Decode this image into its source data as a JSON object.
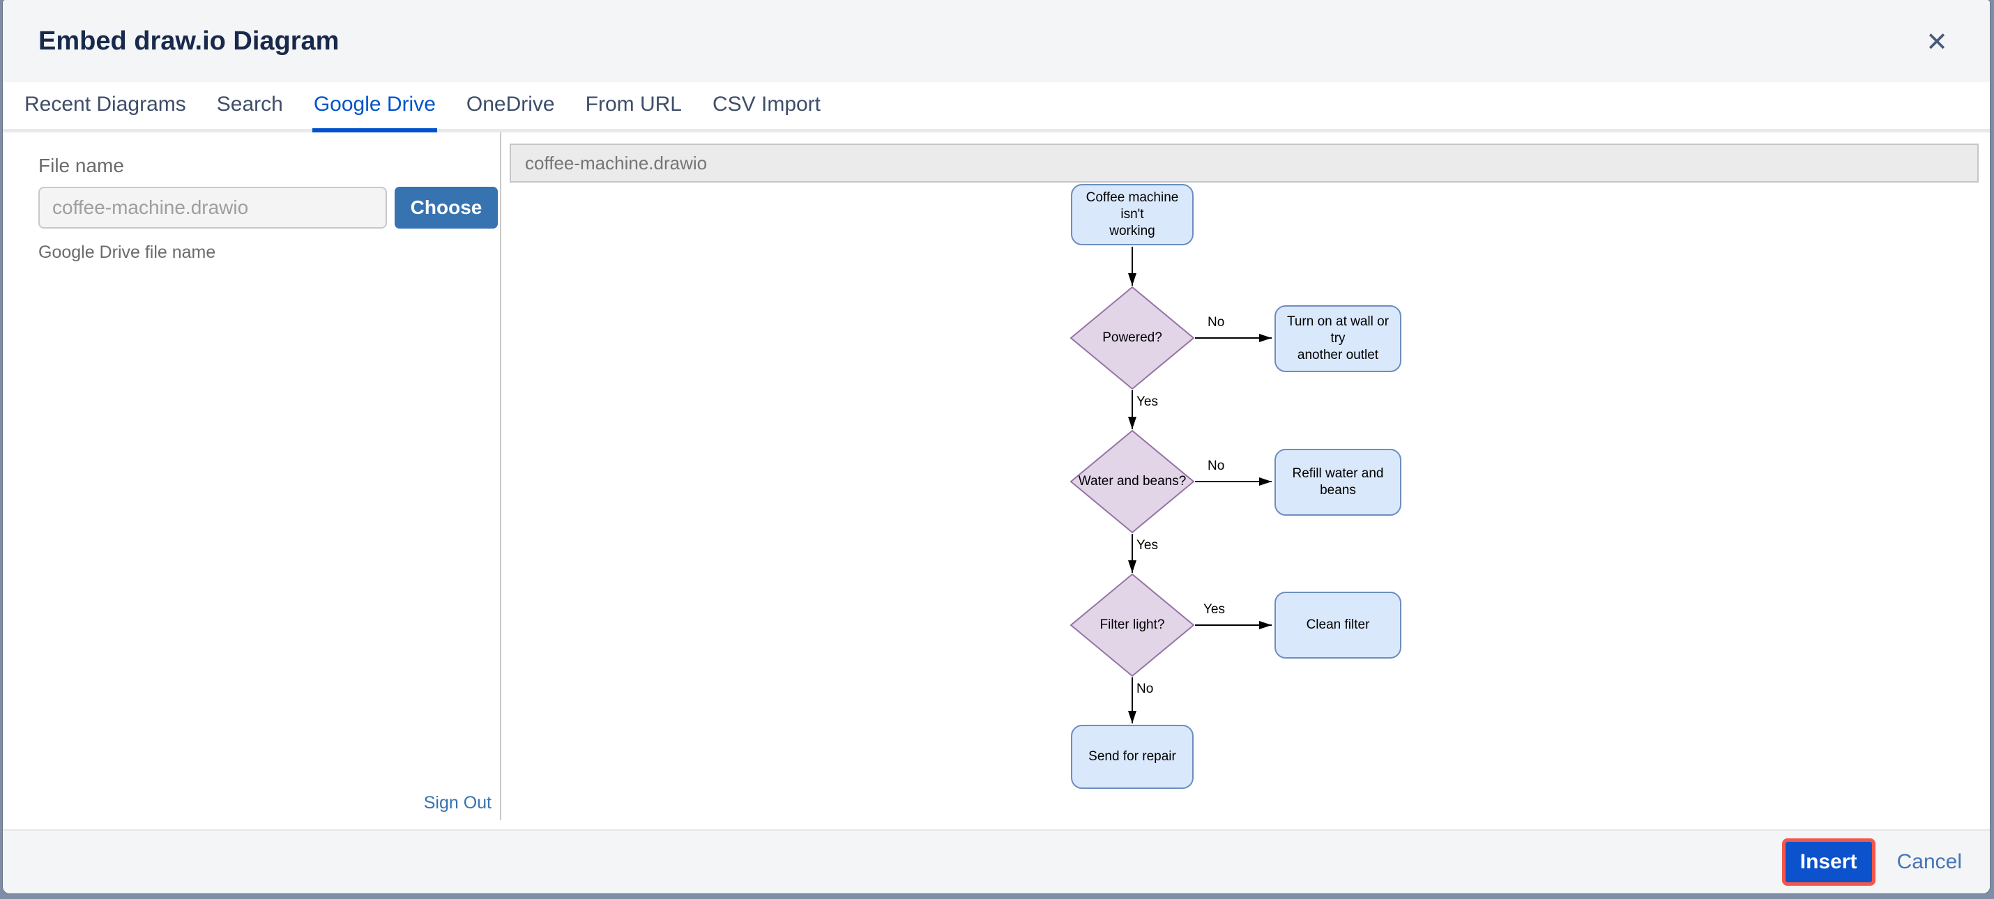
{
  "dialog": {
    "title": "Embed draw.io Diagram",
    "close_label": "✕"
  },
  "tabs": [
    {
      "label": "Recent Diagrams",
      "active": false
    },
    {
      "label": "Search",
      "active": false
    },
    {
      "label": "Google Drive",
      "active": true
    },
    {
      "label": "OneDrive",
      "active": false
    },
    {
      "label": "From URL",
      "active": false
    },
    {
      "label": "CSV Import",
      "active": false
    }
  ],
  "left_panel": {
    "file_name_label": "File name",
    "file_input_placeholder": "coffee-machine.drawio",
    "choose_button_label": "Choose",
    "hint": "Google Drive file name",
    "sign_out_label": "Sign Out"
  },
  "preview": {
    "file_name": "coffee-machine.drawio"
  },
  "flowchart": {
    "nodes": {
      "start": "Coffee machine isn't\nworking",
      "powered": "Powered?",
      "turn_on": "Turn on at wall or try\nanother outlet",
      "water": "Water and beans?",
      "refill": "Refill water and\nbeans",
      "filter": "Filter light?",
      "clean": "Clean filter",
      "repair": "Send for repair"
    },
    "edge_labels": {
      "powered_no": "No",
      "powered_yes": "Yes",
      "water_no": "No",
      "water_yes": "Yes",
      "filter_yes": "Yes",
      "filter_no": "No"
    }
  },
  "footer": {
    "insert_label": "Insert",
    "cancel_label": "Cancel"
  },
  "colors": {
    "accent_blue": "#0052CC",
    "choose_blue": "#3673B0",
    "node_fill": "#DAE8FC",
    "node_border": "#6C8EBF",
    "decision_fill": "#E1D5E7",
    "decision_border": "#9673A6",
    "insert_focus_ring": "#F3564B"
  }
}
